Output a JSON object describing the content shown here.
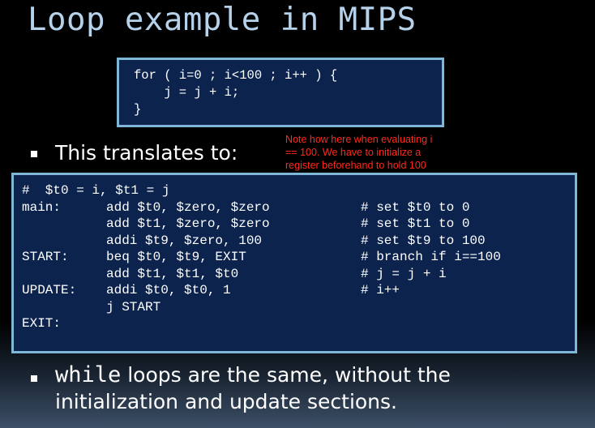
{
  "title": "Loop example in MIPS",
  "for_code": [
    "for ( i=0 ; i<100 ; i++ ) {",
    "    j = j + i;",
    "}"
  ],
  "bullet1": "This translates to:",
  "note": [
    "Note how here when evaluating i",
    "== 100. We have to initialize a",
    "register beforehand to hold 100"
  ],
  "mips": [
    {
      "label": "#  $t0 = i, $t1 = j",
      "instr": "",
      "comment": ""
    },
    {
      "label": "main:",
      "instr": "add $t0, $zero, $zero",
      "comment": "# set $t0 to 0"
    },
    {
      "label": "",
      "instr": "add $t1, $zero, $zero",
      "comment": "# set $t1 to 0"
    },
    {
      "label": "",
      "instr": "addi $t9, $zero, 100",
      "comment": "# set $t9 to 100"
    },
    {
      "label": "START:",
      "instr": "beq $t0, $t9, EXIT",
      "comment": "# branch if i==100"
    },
    {
      "label": "",
      "instr": "add $t1, $t1, $t0",
      "comment": "# j = j + i"
    },
    {
      "label": "UPDATE:",
      "instr": "addi $t0, $t0, 1",
      "comment": "# i++"
    },
    {
      "label": "",
      "instr": "j START",
      "comment": ""
    },
    {
      "label": "EXIT:",
      "instr": "",
      "comment": ""
    }
  ],
  "bullet2": {
    "keyword": "while",
    "text": " loops are the same, without the initialization and update sections."
  }
}
